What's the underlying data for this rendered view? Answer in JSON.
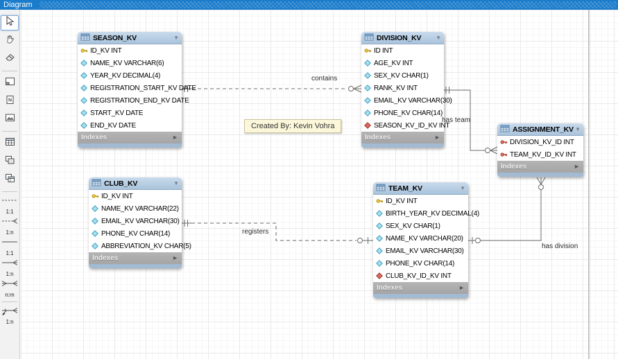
{
  "topbar": {
    "tab_label": "Diagram"
  },
  "icons": {
    "expand_arrow": "▼",
    "indexes_arrow": "►"
  },
  "colors": {
    "topbar_blue": "#1b7ccb",
    "table_header": "#a9c3dc",
    "indexes_gray": "#ababab",
    "bottom_strip": "#a2bad2",
    "pk_key_yellow": "#d9a800",
    "fk_key_red": "#cc3b2f",
    "column_diamond_blue": "#9bdcec",
    "fk_diamond_red": "#d4625a",
    "line_gray": "#6b6b6b",
    "note_bg": "#fcf7da"
  },
  "toolbar": {
    "items": [
      {
        "name": "select-tool",
        "icon": "cursor-icon",
        "selected": true
      },
      {
        "name": "pan-tool",
        "icon": "hand-icon",
        "selected": false
      },
      {
        "name": "eraser-tool",
        "icon": "eraser-icon",
        "selected": false
      },
      {
        "name": "layer-tool",
        "icon": "layer-icon",
        "selected": false
      },
      {
        "name": "note-tool",
        "icon": "note-icon",
        "selected": false
      },
      {
        "name": "image-tool",
        "icon": "image-icon",
        "selected": false
      },
      {
        "name": "table-tool",
        "icon": "table-icon",
        "selected": false
      },
      {
        "name": "view-tool",
        "icon": "view-icon",
        "selected": false
      },
      {
        "name": "routine-group-tool",
        "icon": "routine-group-icon",
        "selected": false
      },
      {
        "name": "rel-1to1-nonidentifying-tool",
        "icon": "rel-line-icon",
        "label": "1:1",
        "line": "dashed",
        "foot": false,
        "selected": false
      },
      {
        "name": "rel-1ton-nonidentifying-tool",
        "icon": "rel-line-icon",
        "label": "1:n",
        "line": "dashed",
        "foot": true,
        "selected": false
      },
      {
        "name": "rel-1to1-identifying-tool",
        "icon": "rel-line-icon",
        "label": "1:1",
        "line": "solid",
        "foot": false,
        "selected": false
      },
      {
        "name": "rel-1ton-identifying-tool",
        "icon": "rel-line-icon",
        "label": "1:n",
        "line": "solid",
        "foot": true,
        "selected": false
      },
      {
        "name": "rel-ntom-identifying-tool",
        "icon": "rel-line-icon",
        "label": "n:m",
        "line": "solid",
        "foot": "both",
        "selected": false
      },
      {
        "name": "rel-pick-columns-tool",
        "icon": "rel-picker-icon",
        "label": "1:n",
        "line": "solid",
        "foot": true,
        "picker": true,
        "selected": false
      }
    ]
  },
  "tables": [
    {
      "name": "SEASON_KV",
      "footer": "Indexes",
      "columns": [
        {
          "icon": "pk",
          "label": "ID_KV INT"
        },
        {
          "icon": "col",
          "label": "NAME_KV VARCHAR(6)"
        },
        {
          "icon": "col",
          "label": "YEAR_KV DECIMAL(4)"
        },
        {
          "icon": "col",
          "label": "REGISTRATION_START_KV DATE"
        },
        {
          "icon": "col",
          "label": "REGISTRATION_END_KV DATE"
        },
        {
          "icon": "col",
          "label": "START_KV DATE"
        },
        {
          "icon": "col",
          "label": "END_KV DATE"
        }
      ]
    },
    {
      "name": "DIVISION_KV",
      "footer": "Indexes",
      "columns": [
        {
          "icon": "pk",
          "label": "ID INT"
        },
        {
          "icon": "col",
          "label": "AGE_KV INT"
        },
        {
          "icon": "col",
          "label": "SEX_KV CHAR(1)"
        },
        {
          "icon": "col",
          "label": "RANK_KV INT"
        },
        {
          "icon": "col",
          "label": "EMAIL_KV VARCHAR(30)"
        },
        {
          "icon": "col",
          "label": "PHONE_KV CHAR(14)"
        },
        {
          "icon": "fk",
          "label": "SEASON_KV_ID_KV INT"
        }
      ]
    },
    {
      "name": "ASSIGNMENT_KV",
      "footer": "Indexes",
      "columns": [
        {
          "icon": "pkfk",
          "label": "DIVISION_KV_ID INT"
        },
        {
          "icon": "pkfk",
          "label": "TEAM_KV_ID_KV INT"
        }
      ]
    },
    {
      "name": "CLUB_KV",
      "footer": "Indexes",
      "columns": [
        {
          "icon": "pk",
          "label": "ID_KV INT"
        },
        {
          "icon": "col",
          "label": "NAME_KV VARCHAR(22)"
        },
        {
          "icon": "col",
          "label": "EMAIL_KV VARCHAR(30)"
        },
        {
          "icon": "col",
          "label": "PHONE_KV CHAR(14)"
        },
        {
          "icon": "col",
          "label": "ABBREVIATION_KV CHAR(5)"
        }
      ]
    },
    {
      "name": "TEAM_KV",
      "footer": "Indexes",
      "columns": [
        {
          "icon": "pk",
          "label": "ID_KV INT"
        },
        {
          "icon": "col",
          "label": "BIRTH_YEAR_KV DECIMAL(4)"
        },
        {
          "icon": "col",
          "label": "SEX_KV CHAR(1)"
        },
        {
          "icon": "col",
          "label": "NAME_KV VARCHAR(20)"
        },
        {
          "icon": "col",
          "label": "EMAIL_KV VARCHAR(30)"
        },
        {
          "icon": "col",
          "label": "PHONE_KV CHAR(14)"
        },
        {
          "icon": "fk",
          "label": "CLUB_KV_ID_KV INT"
        }
      ]
    }
  ],
  "connections": [
    {
      "label": "contains"
    },
    {
      "label": "has team"
    },
    {
      "label": "registers"
    },
    {
      "label": "has division"
    }
  ],
  "note": {
    "text": "Created By: Kevin Vohra"
  }
}
